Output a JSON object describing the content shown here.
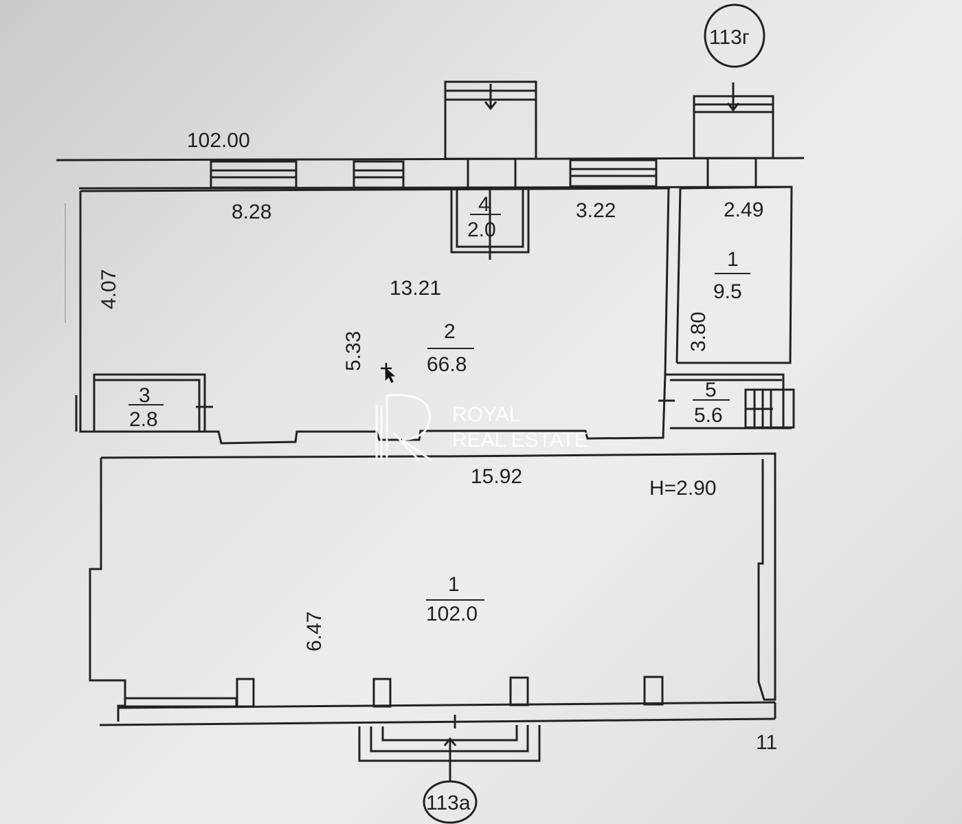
{
  "plan": {
    "level_label": "102.00",
    "ceiling_height": "H=2.90",
    "corner_label": "11",
    "entrances": [
      {
        "id": "top-entrance",
        "label": "113г"
      },
      {
        "id": "bottom-entrance",
        "label": "113а"
      }
    ],
    "dimensions": {
      "d1": "8.28",
      "d2": "3.22",
      "d3": "2.49",
      "d4": "4.07",
      "d5": "13.21",
      "d6": "5.33",
      "d7": "3.80",
      "d8": "15.92",
      "d9": "6.47"
    },
    "rooms": [
      {
        "number": "4",
        "area": "2.0"
      },
      {
        "number": "1",
        "area": "9.5"
      },
      {
        "number": "2",
        "area": "66.8"
      },
      {
        "number": "3",
        "area": "2.8"
      },
      {
        "number": "5",
        "area": "5.6"
      },
      {
        "number": "1",
        "area": "102.0"
      }
    ]
  },
  "watermark": {
    "line1": "ROYAL",
    "line2": "REAL ESTATE"
  }
}
